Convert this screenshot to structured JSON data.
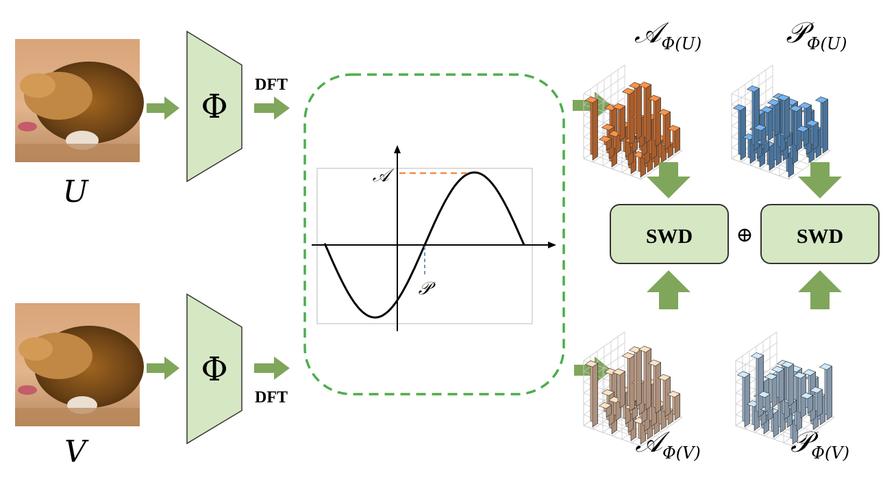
{
  "inputs": {
    "top_label": "U",
    "bottom_label": "V"
  },
  "encoder": {
    "symbol": "Φ"
  },
  "dft": {
    "top_label": "DFT",
    "bottom_label": "DFT"
  },
  "wave": {
    "amplitude_label": "𝒜",
    "phase_label": "𝒫"
  },
  "spectra": {
    "amp_u": {
      "base": "𝒜",
      "sub": "Φ(U)"
    },
    "phase_u": {
      "base": "𝒫",
      "sub": "Φ(U)"
    },
    "amp_v": {
      "base": "𝒜",
      "sub": "Φ(V)"
    },
    "phase_v": {
      "base": "𝒫",
      "sub": "Φ(V)"
    }
  },
  "swd": {
    "left_label": "SWD",
    "right_label": "SWD",
    "combine_symbol": "⊕"
  },
  "colors": {
    "arrow_green": "#7fa65a",
    "box_fill": "#d6e7c4",
    "box_stroke": "#333333",
    "dash_green": "#4cae4c",
    "amp_orange": "#f08640",
    "amp_light": "#f6cdb1",
    "phase_blue": "#6aa4dc",
    "phase_light": "#bcd6f0",
    "label_orange": "#ef8d4b",
    "label_blue": "#6a96c8"
  }
}
